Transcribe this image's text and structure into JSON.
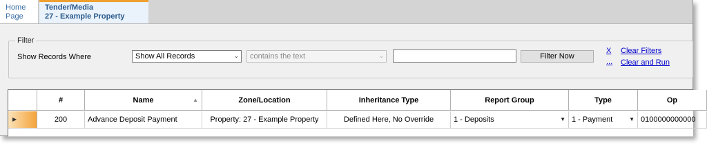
{
  "tabs": {
    "home": {
      "line1": "Home",
      "line2": "Page"
    },
    "active": {
      "line1": "Tender/Media",
      "line2": "27 - Example Property"
    }
  },
  "filter": {
    "legend": "Filter",
    "show_label": "Show Records Where",
    "records_select": "Show All Records",
    "condition_select": "contains the text",
    "search_value": "",
    "filter_button": "Filter Now",
    "clear_x": "X",
    "clear_filters": "Clear Filters",
    "run_ellipsis": "...",
    "clear_and_run": "Clear and Run"
  },
  "grid": {
    "columns": [
      "#",
      "Name",
      "Zone/Location",
      "Inheritance Type",
      "Report Group",
      "Type",
      "Op"
    ],
    "rows": [
      {
        "number": "200",
        "name": "Advance Deposit Payment",
        "zone": "Property: 27 - Example Property",
        "inheritance": "Defined Here, No Override",
        "report_group": "1 - Deposits",
        "type": "1 - Payment",
        "op": "0100000000000"
      }
    ]
  }
}
